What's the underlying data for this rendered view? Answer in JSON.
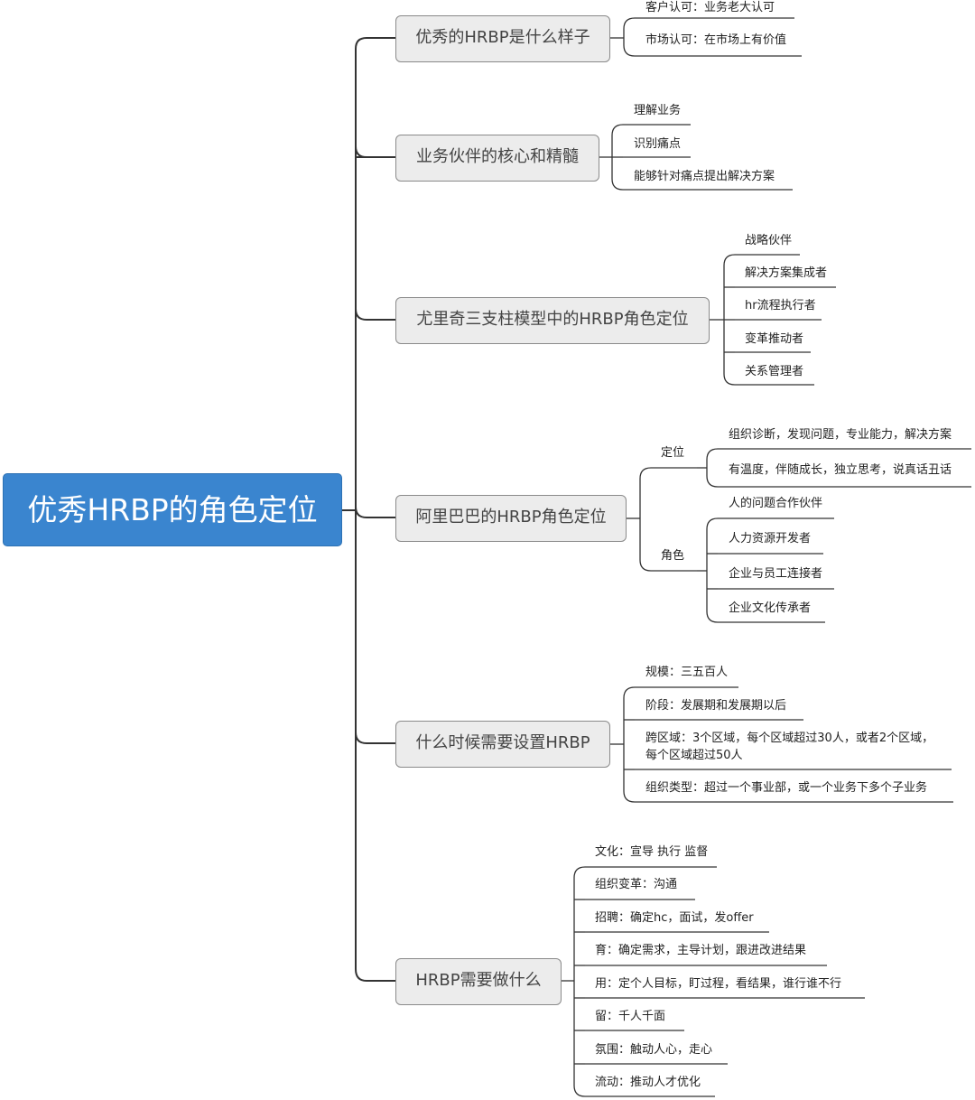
{
  "root": "优秀HRBP的角色定位",
  "branches": [
    {
      "label": "优秀的HRBP是什么样子",
      "children": [
        "客户认可：业务老大认可",
        "市场认可：在市场上有价值"
      ]
    },
    {
      "label": "业务伙伴的核心和精髓",
      "children": [
        "理解业务",
        "识别痛点",
        "能够针对痛点提出解决方案"
      ]
    },
    {
      "label": "尤里奇三支柱模型中的HRBP角色定位",
      "children": [
        "战略伙伴",
        "解决方案集成者",
        "hr流程执行者",
        "变革推动者",
        "关系管理者"
      ]
    },
    {
      "label": "阿里巴巴的HRBP角色定位",
      "groups": [
        {
          "label": "定位",
          "children": [
            "组织诊断，发现问题，专业能力，解决方案",
            "有温度，伴随成长，独立思考，说真话丑话"
          ]
        },
        {
          "label": "角色",
          "children": [
            "人的问题合作伙伴",
            "人力资源开发者",
            "企业与员工连接者",
            "企业文化传承者"
          ]
        }
      ]
    },
    {
      "label": "什么时候需要设置HRBP",
      "children": [
        "规模：三五百人",
        "阶段：发展期和发展期以后",
        "跨区域：3个区域，每个区域超过30人，或者2个区域，",
        "每个区域超过50人",
        "组织类型：超过一个事业部，或一个业务下多个子业务"
      ]
    },
    {
      "label": "HRBP需要做什么",
      "children": [
        "文化：宣导 执行 监督",
        "组织变革：沟通",
        "招聘：确定hc，面试，发offer",
        "育：确定需求，主导计划，跟进改进结果",
        "用：定个人目标，盯过程，看结果，谁行谁不行",
        "留：千人千面",
        "氛围：触动人心，走心",
        "流动：推动人才优化"
      ]
    }
  ],
  "colors": {
    "root_fill": "#3a85cf",
    "branch_fill": "#ececec",
    "line": "#333333"
  }
}
